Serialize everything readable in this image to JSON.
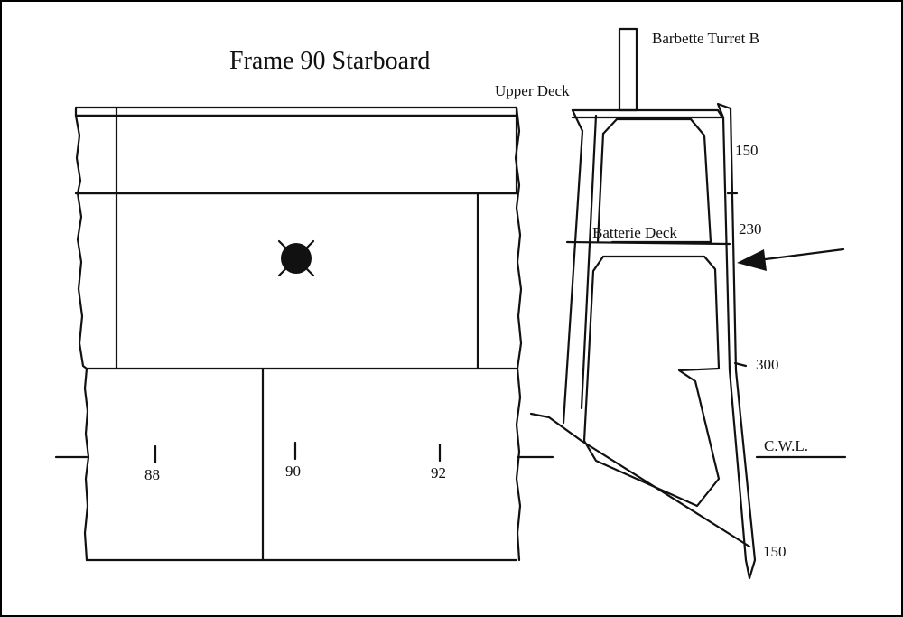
{
  "title": "Frame 90 Starboard",
  "side_view": {
    "frame_markers": [
      {
        "label": "88"
      },
      {
        "label": "90"
      },
      {
        "label": "92"
      }
    ]
  },
  "section_view": {
    "labels": {
      "barbette": "Barbette Turret B",
      "upper_deck": "Upper Deck",
      "batterie_deck": "Batterie Deck",
      "cwl": "C.W.L."
    },
    "armor_thickness": [
      "150",
      "230",
      "300",
      "150"
    ]
  }
}
